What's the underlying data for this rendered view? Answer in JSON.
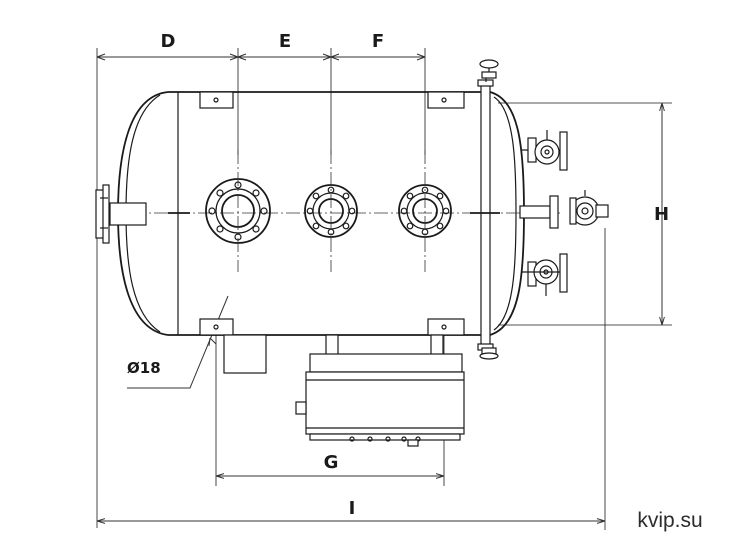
{
  "dimensions": {
    "d": "D",
    "e": "E",
    "f": "F",
    "g": "G",
    "h": "H",
    "i": "I",
    "hole": "Ø18"
  },
  "watermark": "kvip.su"
}
